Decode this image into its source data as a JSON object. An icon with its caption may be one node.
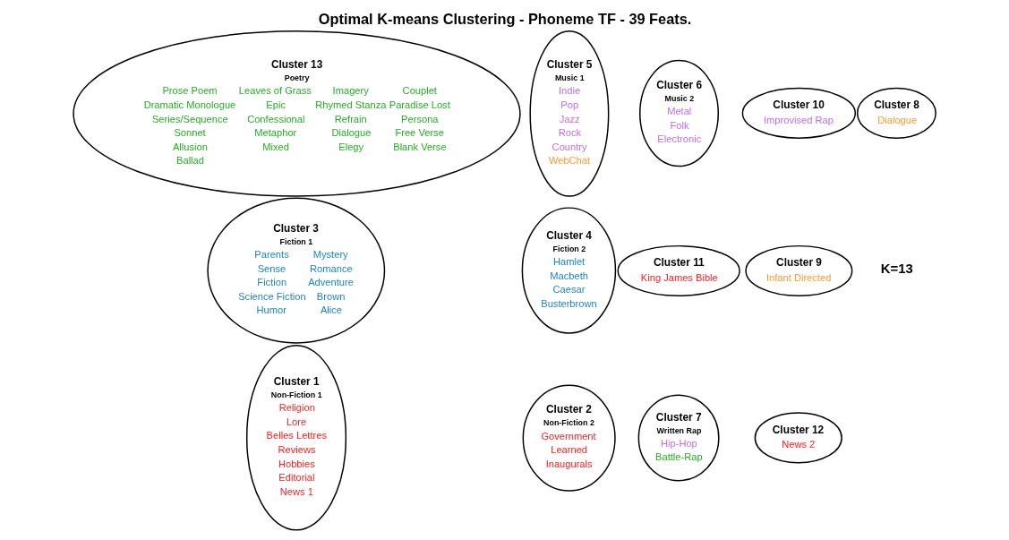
{
  "diagram": {
    "title": "Optimal K-means Clustering - Phoneme TF - 39 Feats.",
    "nodes": [
      {
        "text": [
          "Cluster 1",
          "Non-Fiction 1",
          "Religion",
          "Lore",
          "Belles Lettres",
          "Reviews",
          "Hobbies",
          "Editorial",
          "News 1"
        ]
      },
      {
        "text": [
          "Cluster 2",
          "Non-Fiction 2",
          "Government",
          "Learned",
          "Inaugurals"
        ]
      },
      {
        "text": [
          "Cluster 3",
          "Fiction 1",
          "Parents",
          "Mystery",
          "Sense",
          "Romance",
          "Fiction",
          "Adventure",
          "Science Fiction",
          "Brown",
          "Humor",
          "Alice"
        ]
      },
      {
        "text": [
          "Cluster 4",
          "Fiction 2",
          "Hamlet",
          "Macbeth",
          "Caesar",
          "Busterbrown"
        ]
      },
      {
        "text": [
          "Cluster 5",
          "Music 1",
          "Indie",
          "Pop",
          "Jazz",
          "Rock",
          "Country",
          "WebChat"
        ]
      },
      {
        "text": [
          "Cluster 6",
          "Music 2",
          "Metal",
          "Folk",
          "Electronic"
        ]
      },
      {
        "text": [
          "Cluster 7",
          "Written Rap",
          "Hip-Hop",
          "Battle-Rap"
        ]
      },
      {
        "text": [
          "Cluster 8",
          "Dialogue"
        ]
      },
      {
        "text": [
          "Cluster 9",
          "Infant Directed"
        ]
      },
      {
        "text": [
          "Cluster 10",
          "Improvised Rap"
        ]
      },
      {
        "text": [
          "Cluster 11",
          "King James Bible"
        ]
      },
      {
        "text": [
          "Cluster 12",
          "News 2"
        ]
      },
      {
        "text": [
          "Cluster 13",
          "Poetry",
          "Prose Poem",
          "Leaves of Grass",
          "Imagery",
          "Couplet",
          "Dramatic Monologue",
          "Epic",
          "Rhymed Stanza",
          "Paradise Lost",
          "Series/Sequence",
          "Confessional",
          "Refrain",
          "Persona",
          "Sonnet",
          "Metaphor",
          "Dialogue",
          "Free Verse",
          "Allusion",
          "Mixed",
          "Elegy",
          "Blank Verse",
          "Ballad"
        ]
      }
    ],
    "edges": [],
    "labels": [
      "K=13"
    ]
  }
}
